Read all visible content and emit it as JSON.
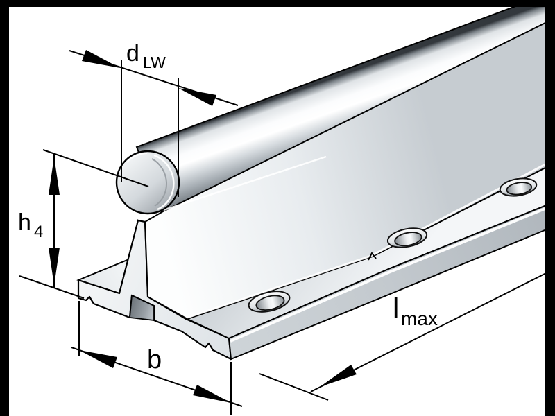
{
  "figure": {
    "type": "technical-drawing",
    "subject": "Shaft with support rail, isometric view with countersunk mounting holes",
    "mounting_holes_visible": 3,
    "background": "#ffffff",
    "frame_color": "#000000",
    "outline_color": "#000000",
    "metal_highlight": "#ffffff",
    "metal_mid": "#c9ced3",
    "metal_dark": "#6b7075"
  },
  "dimensions": {
    "shaft_diameter": {
      "main": "d",
      "sub": "LW"
    },
    "height_to_shaft_center": {
      "main": "h",
      "sub": "4"
    },
    "base_width": {
      "main": "b",
      "sub": ""
    },
    "max_length": {
      "main": "l",
      "sub": "max"
    }
  }
}
